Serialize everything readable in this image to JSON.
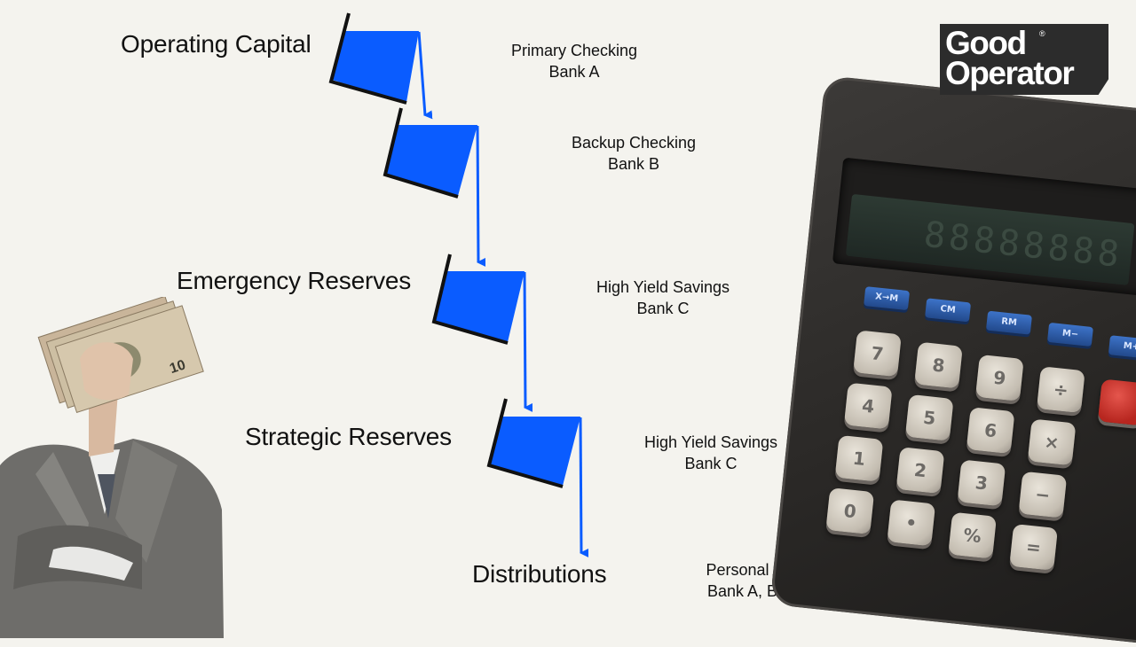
{
  "tiers": [
    {
      "label": "Operating Capital",
      "account_line1": "Primary Checking",
      "account_line2": "Bank A"
    },
    {
      "label": "",
      "account_line1": "Backup Checking",
      "account_line2": "Bank B"
    },
    {
      "label": "Emergency Reserves",
      "account_line1": "High Yield Savings",
      "account_line2": "Bank C"
    },
    {
      "label": "Strategic Reserves",
      "account_line1": "High Yield Savings",
      "account_line2": "Bank C"
    },
    {
      "label": "Distributions",
      "account_line1": "Personal Accounts",
      "account_line2": "Bank A, B, C, or D"
    }
  ],
  "logo": {
    "line1": "Good",
    "line2": "Operator",
    "mark": "®"
  },
  "colors": {
    "bucket": "#0a5cff",
    "arrow": "#0a5cff",
    "outline": "#111111",
    "background": "#f4f3ee"
  },
  "calculator": {
    "display": "88888888",
    "blue_keys": [
      "X→M",
      "CM",
      "RM",
      "M−",
      "M+"
    ],
    "keys": [
      "7",
      "8",
      "9",
      "÷",
      "4",
      "5",
      "6",
      "×",
      "1",
      "2",
      "3",
      "−",
      "0",
      "•",
      "%",
      "="
    ]
  },
  "icons": [
    "money-in-hand-photo",
    "calculator-photo",
    "bucket-icon",
    "arrow-down-icon"
  ]
}
